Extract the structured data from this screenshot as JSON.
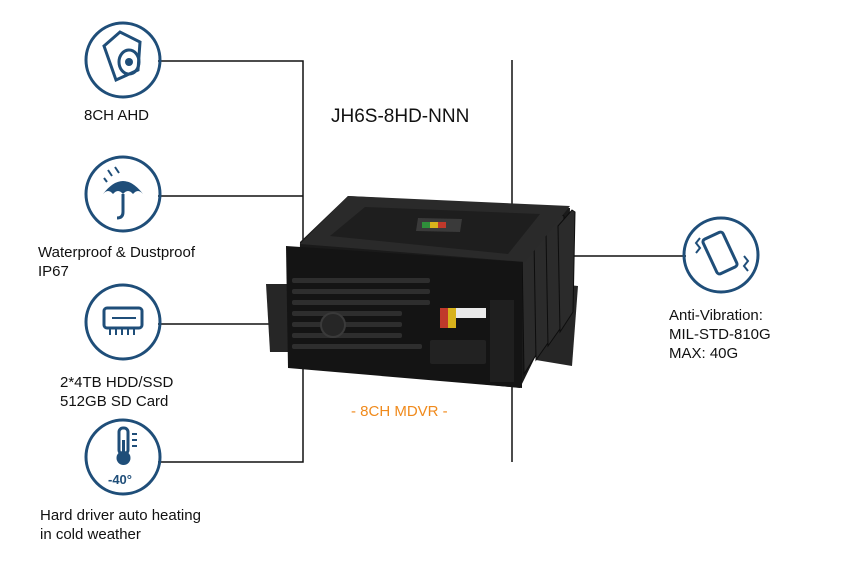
{
  "title": "JH6S-8HD-NNN",
  "subtitle": "- 8CH MDVR -",
  "features": {
    "ahd": {
      "line1": "8CH AHD",
      "icon": "camera-icon"
    },
    "waterproof": {
      "line1": "Waterproof & Dustproof",
      "line2": "IP67",
      "icon": "umbrella-icon"
    },
    "storage": {
      "line1": "2*4TB HDD/SSD",
      "line2": "512GB SD Card",
      "icon": "hdd-icon"
    },
    "heating": {
      "line1": "Hard driver auto heating",
      "line2": "in cold weather",
      "icon": "thermometer-icon",
      "icon_text": "-40°"
    },
    "vibration": {
      "line1": "Anti-Vibration:",
      "line2": "MIL-STD-810G",
      "line3": "MAX: 40G",
      "icon": "vibrating-phone-icon"
    }
  },
  "colors": {
    "icon_blue": "#1f4e79",
    "accent_orange": "#f08a1c",
    "device_black": "#1b1b1b"
  }
}
